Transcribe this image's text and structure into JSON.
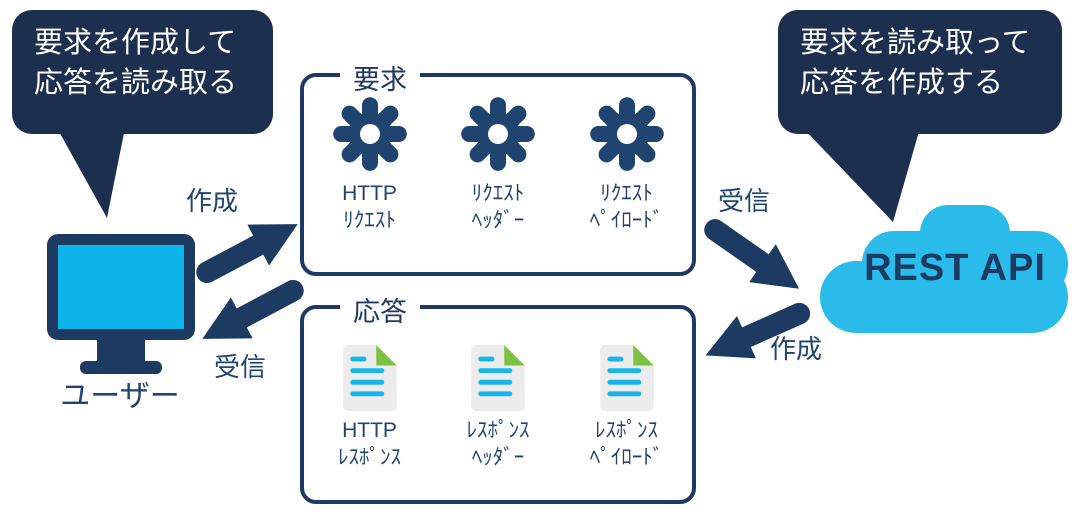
{
  "colors": {
    "navy_dark": "#1C2F4E",
    "navy": "#1D3A63",
    "border_navy": "#1F3864",
    "text_navy": "#1F4470",
    "cyan": "#0DB4EA",
    "cloud_cyan": "#29BCEA",
    "doc_gray": "#ECECEC",
    "doc_line": "#19B5EA",
    "fold_green": "#7DC142"
  },
  "left_bubble": {
    "line1": "要求を作成して",
    "line2": "応答を読み取る"
  },
  "right_bubble": {
    "line1": "要求を読み取って",
    "line2": "応答を作成する"
  },
  "user": {
    "label": "ユーザー"
  },
  "cloud": {
    "label": "REST API"
  },
  "request_box": {
    "legend": "要求",
    "items": [
      {
        "icon": "gear-icon",
        "line1": "HTTP",
        "line2": "ﾘｸｴｽﾄ"
      },
      {
        "icon": "gear-icon",
        "line1": "ﾘｸｴｽﾄ",
        "line2": "ﾍｯﾀﾞｰ"
      },
      {
        "icon": "gear-icon",
        "line1": "ﾘｸｴｽﾄ",
        "line2": "ﾍﾟｲﾛｰﾄﾞ"
      }
    ]
  },
  "response_box": {
    "legend": "応答",
    "items": [
      {
        "icon": "document-icon",
        "line1": "HTTP",
        "line2": "ﾚｽﾎﾟﾝｽ"
      },
      {
        "icon": "document-icon",
        "line1": "ﾚｽﾎﾟﾝｽ",
        "line2": "ﾍｯﾀﾞｰ"
      },
      {
        "icon": "document-icon",
        "line1": "ﾚｽﾎﾟﾝｽ",
        "line2": "ﾍﾟｲﾛｰﾄﾞ"
      }
    ]
  },
  "arrows": {
    "user_to_request": "作成",
    "request_to_api": "受信",
    "api_to_response": "作成",
    "response_to_user": "受信"
  }
}
